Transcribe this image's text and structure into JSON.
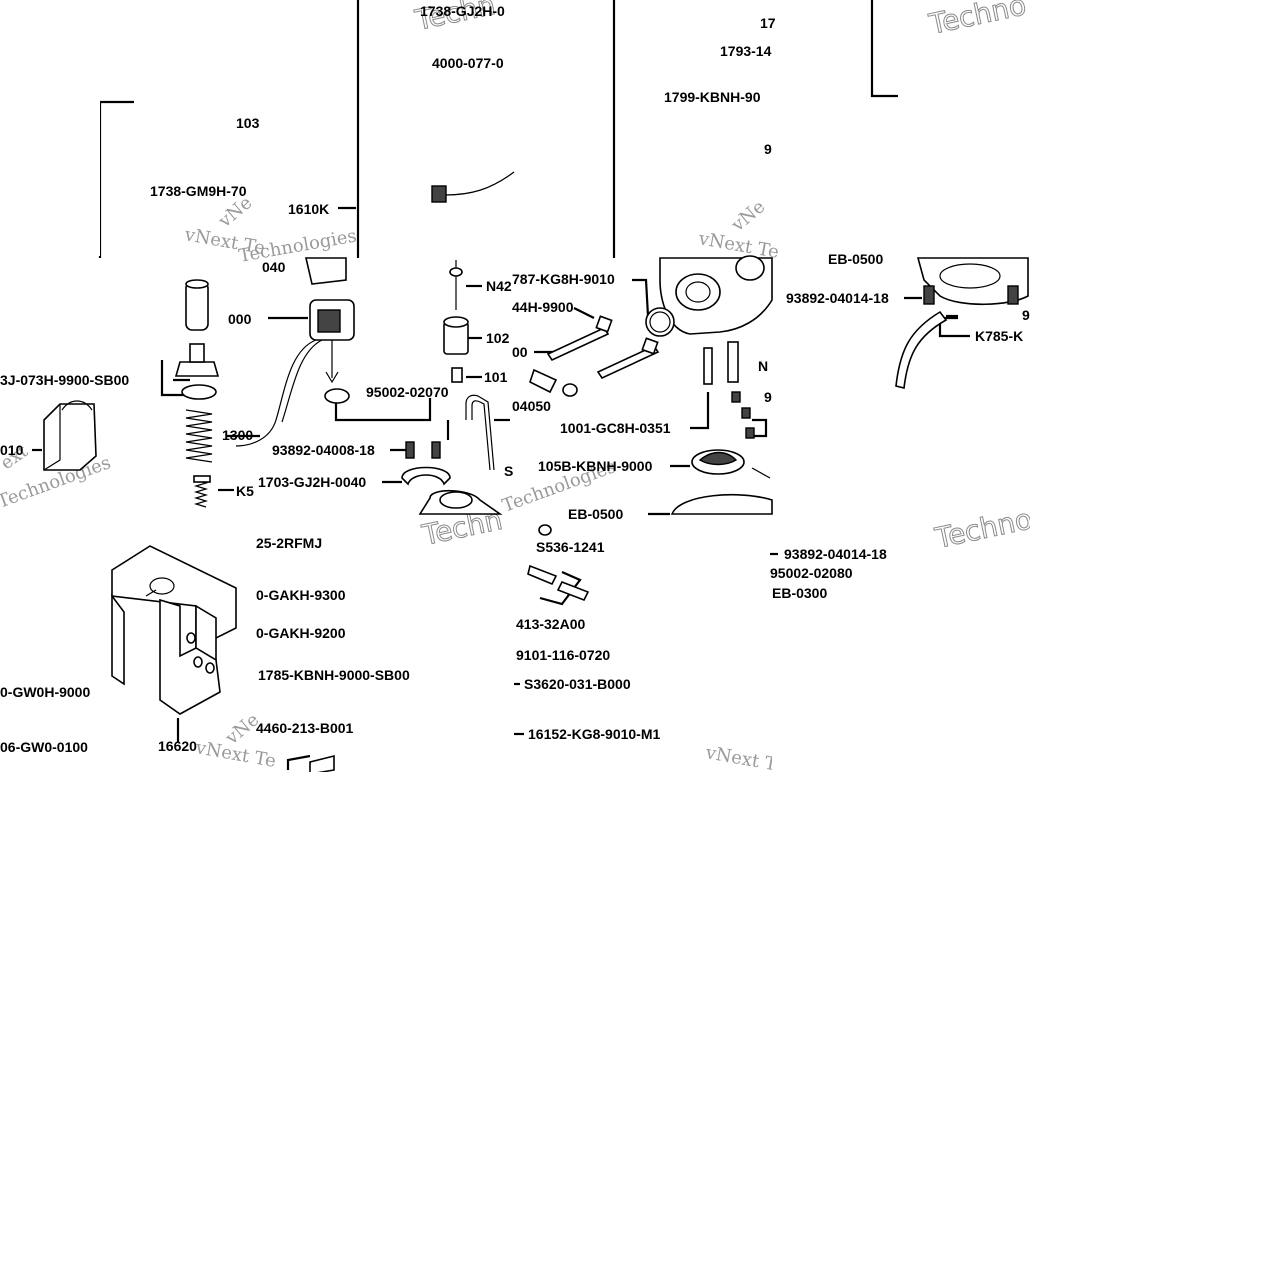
{
  "labels": {
    "l01": "1738-GJ2H-0",
    "l02": "4000-077-0",
    "l03": "1793-14",
    "l04": "17",
    "l05": "1799-KBNH-90",
    "l06": "9",
    "l07": "103",
    "l08": "1738-GM9H-70",
    "l09": "1610K",
    "l10": "EB-0500",
    "l11": "040",
    "l12": "N42",
    "l13": "787-KG8H-9010",
    "l14": "93892-04014-18",
    "l15": "000",
    "l16": "44H-9900",
    "l17": "102",
    "l18": "00",
    "l19": "K785-K",
    "l20": "3J-073H-9900-SB00",
    "l21": "101",
    "l22": "N",
    "l23": "95002-02070",
    "l24": "04050",
    "l25": "9",
    "l26": "1300",
    "l27": "93892-04008-18",
    "l28": "1001-GC8H-0351",
    "l29": "010",
    "l30": "1703-GJ2H-0040",
    "l31": "S",
    "l32": "105B-KBNH-9000",
    "l33": "K5",
    "l34": "EB-0500",
    "l35": "25-2RFMJ",
    "l36": "S536-1241",
    "l37": "93892-04014-18",
    "l38": "95002-02080",
    "l39": "EB-0300",
    "l40": "0-GAKH-9300",
    "l41": "413-32A00",
    "l42": "0-GAKH-9200",
    "l43": "9101-116-0720",
    "l44": "1785-KBNH-9000-SB00",
    "l45": "S3620-031-B000",
    "l46": "0-GW0H-9000",
    "l47": "4460-213-B001",
    "l48": "16152-KG8-9010-M1",
    "l49": "06-GW0-0100",
    "l50": "16620"
  },
  "watermarks": {
    "w1": "vNext Te",
    "w2": "vNext Te",
    "w3": "vNext Te",
    "w4": "vNext Te",
    "w5": "Techn",
    "w6": "Techno",
    "w7": "Techn",
    "w8": "Technologies",
    "w9": "Technologies",
    "w10": "vNe",
    "w11": "vNe",
    "w12": "vNe",
    "w13": "Techno",
    "w14": "Technologies",
    "w15": "ext"
  }
}
